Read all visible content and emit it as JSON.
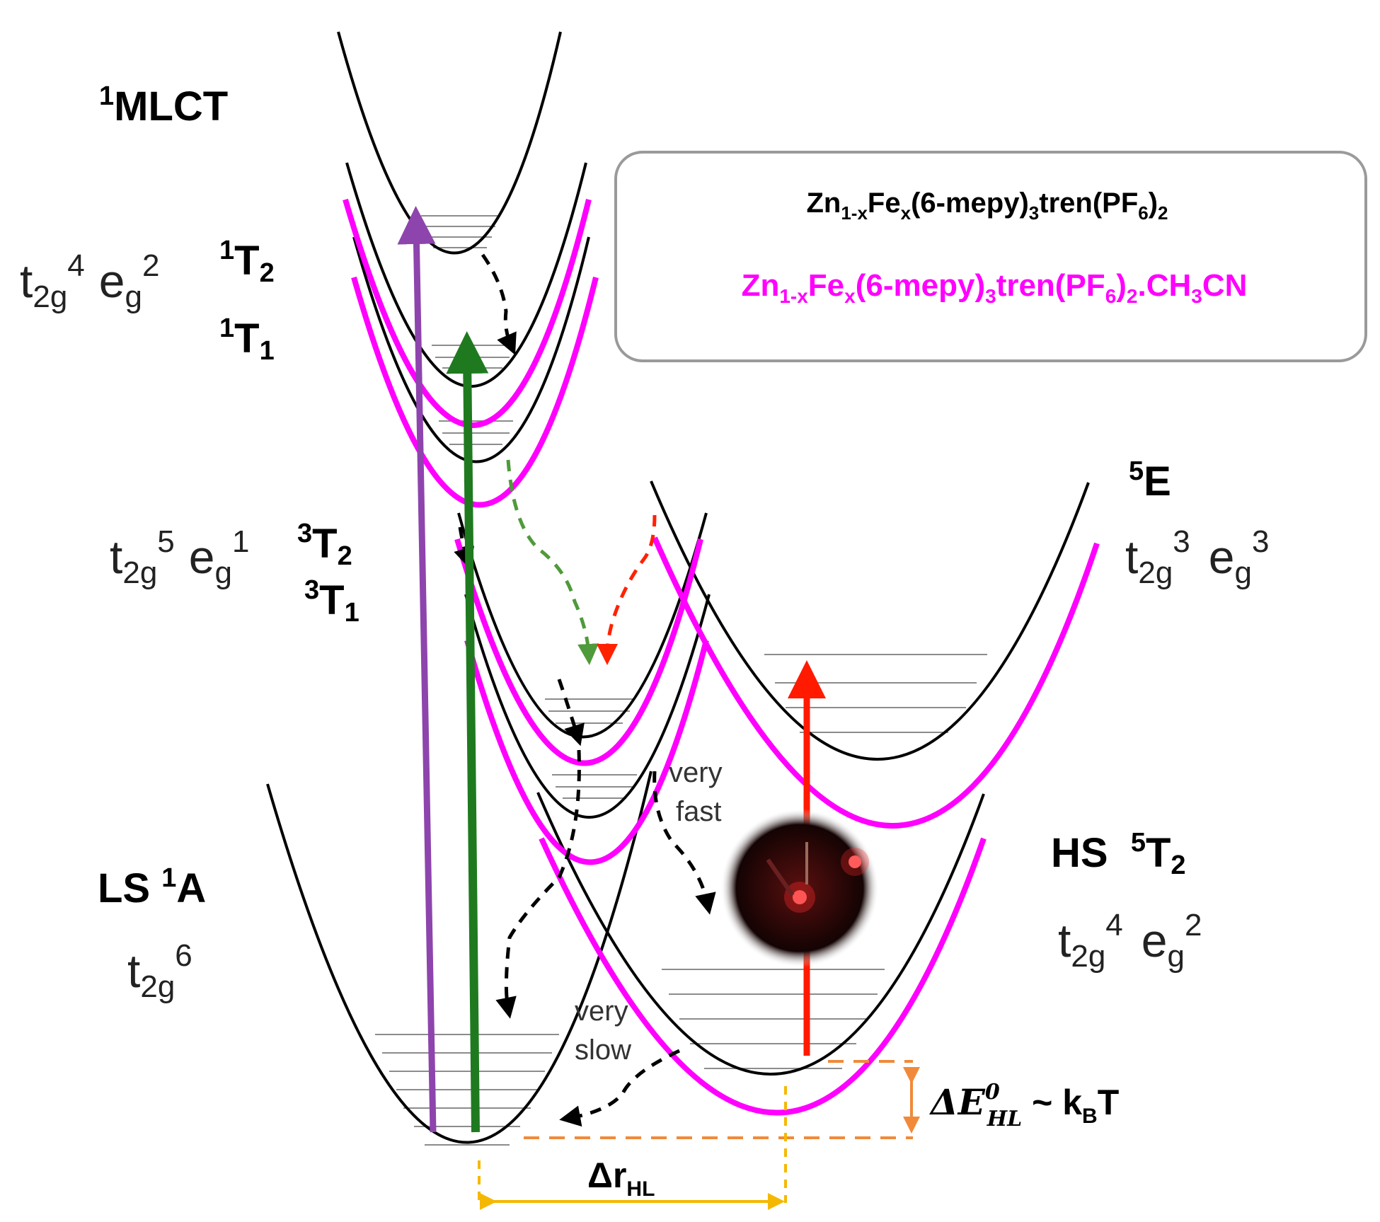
{
  "legend": {
    "black_formula": {
      "base": "Zn",
      "s1": "1-x",
      "m1": "Fe",
      "s2": "x",
      "m2": "(6-mepy)",
      "s3": "3",
      "m3": "tren(PF",
      "s4": "6",
      "m4": ")",
      "s5": "2"
    },
    "magenta_formula": {
      "base": "Zn",
      "s1": "1-x",
      "m1": "Fe",
      "s2": "x",
      "m2": "(6-mepy)",
      "s3": "3",
      "m3": "tren(PF",
      "s4": "6",
      "m4": ")",
      "s5": "2",
      "m5": ".CH",
      "s6": "3",
      "m6": "CN"
    }
  },
  "states": {
    "mlct": {
      "sup": "1",
      "name": "MLCT"
    },
    "t2": {
      "sup": "1",
      "name": "T",
      "sub": "2"
    },
    "t1": {
      "sup": "1",
      "name": "T",
      "sub": "1"
    },
    "tt2": {
      "sup": "3",
      "name": "T",
      "sub": "2"
    },
    "tt1": {
      "sup": "3",
      "name": "T",
      "sub": "1"
    },
    "e5": {
      "sup": "5",
      "name": "E"
    },
    "ls": {
      "prefix": "LS ",
      "sup": "1",
      "name": "A"
    },
    "hs": {
      "prefix": "HS  ",
      "sup": "5",
      "name": "T",
      "sub": "2"
    }
  },
  "configs": {
    "singlet": {
      "t": "t",
      "tsub": "2g",
      "tsup": "4",
      "e": "e",
      "esub": "g",
      "esup": "2"
    },
    "triplet": {
      "t": "t",
      "tsub": "2g",
      "tsup": "5",
      "e": "e",
      "esub": "g",
      "esup": "1"
    },
    "quintet_e": {
      "t": "t",
      "tsub": "2g",
      "tsup": "3",
      "e": "e",
      "esub": "g",
      "esup": "3"
    },
    "ls": {
      "t": "t",
      "tsub": "2g",
      "tsup": "6"
    },
    "hs": {
      "t": "t",
      "tsub": "2g",
      "tsup": "4",
      "e": "e",
      "esub": "g",
      "esup": "2"
    }
  },
  "annotations": {
    "very_fast_1": "very",
    "very_fast_2": "fast",
    "very_slow_1": "very",
    "very_slow_2": "slow",
    "delta_e": {
      "sym": "ΔE",
      "sup": "0",
      "sub": "HL",
      "tail": " ~ k",
      "tailsub": "B",
      "end": "T"
    },
    "delta_r": {
      "sym": "Δr",
      "sub": "HL"
    }
  },
  "colors": {
    "black_series": "#000000",
    "magenta_series": "#ff00ff",
    "purple_arrow": "#8e44ad",
    "green_arrow": "#1f7a1f",
    "red_arrow": "#ff1a00",
    "orange_guides": "#f08a3a",
    "yellow_guides": "#f5b800"
  }
}
